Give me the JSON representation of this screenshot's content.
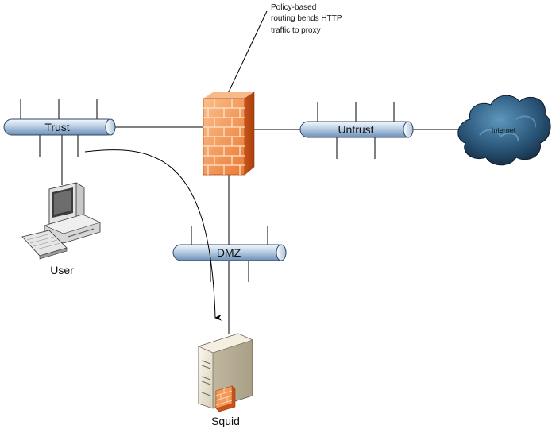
{
  "annotation": {
    "lines": [
      "Policy-based",
      "routing bends HTTP",
      "traffic to proxy"
    ]
  },
  "segments": {
    "trust": "Trust",
    "untrust": "Untrust",
    "dmz": "DMZ"
  },
  "nodes": {
    "internet": "Internet",
    "user": "User",
    "squid": "Squid"
  },
  "colors": {
    "bus_light": "#dce8f4",
    "bus_dark": "#7f9dc0",
    "firewall_light": "#f6a46a",
    "firewall_dark": "#d9541b",
    "cloud_dark": "#1b3550",
    "cloud_light": "#3f7fa8"
  },
  "icons": [
    "firewall-icon",
    "cloud-icon",
    "computer-icon",
    "server-icon"
  ]
}
